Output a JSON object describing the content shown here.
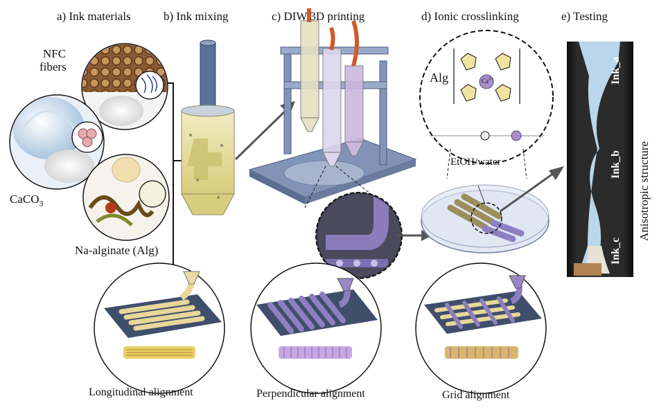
{
  "panels": {
    "a": "a) Ink materials",
    "b": "b) Ink mixing",
    "c": "c) DIW 3D printing",
    "d": "d) Ionic crosslinking",
    "e": "e) Testing"
  },
  "materials": {
    "nfc_line1": "NFC",
    "nfc_line2": "fibers",
    "caco3": "CaCO",
    "caco3_sub": "3",
    "alginate": "Na-alginate (Alg)"
  },
  "crosslink": {
    "alg": "Alg",
    "ca": "Ca",
    "ca_sup": "2+",
    "solvent": "EtOH/water"
  },
  "testing": {
    "ink_a": "Ink_a",
    "ink_b": "Ink_b",
    "ink_c": "Ink_c",
    "structure": "Anisotropic structure"
  },
  "alignments": {
    "longitudinal": "Longitudinal alignment",
    "perpendicular": "Perpendicular  alignment",
    "grid": "Grid  alignment"
  },
  "colors": {
    "yellow_fiber": "#e8d79a",
    "purple_fiber": "#9b86c4",
    "plate": "#3f4e6b",
    "printer": "#7f93b8"
  }
}
